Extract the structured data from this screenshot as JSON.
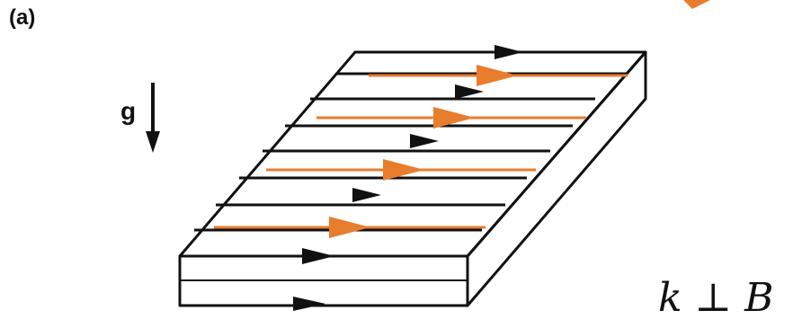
{
  "panel_label": "(a)",
  "gravity_label": "g",
  "relation": {
    "k": "k",
    "perp": "⊥",
    "b": "B"
  },
  "colors": {
    "outline": "#111111",
    "field_arrow": "#111111",
    "wave_arrow": "#e87d2e"
  },
  "icons": {
    "gravity": "down-arrow-icon",
    "field_lines": "right-arrow-icon",
    "wave_lines": "right-arrow-icon"
  }
}
